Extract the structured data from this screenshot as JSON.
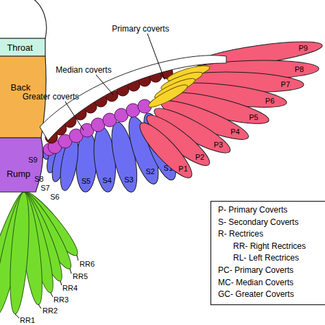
{
  "diagram": {
    "nodes": [
      {
        "text": [
          "Throat"
        ]
      },
      {
        "text": [
          "Back"
        ]
      },
      {
        "text": [
          "Rump"
        ]
      },
      {
        "text": [
          "P1"
        ]
      },
      {
        "text": [
          "P2"
        ]
      },
      {
        "text": [
          "P3"
        ]
      },
      {
        "text": [
          "P4"
        ]
      },
      {
        "text": [
          "P5"
        ]
      },
      {
        "text": [
          "P6"
        ]
      },
      {
        "text": [
          "P7"
        ]
      },
      {
        "text": [
          "P8"
        ]
      },
      {
        "text": [
          "P9"
        ]
      },
      {
        "text": [
          "S1"
        ]
      },
      {
        "text": [
          "S2"
        ]
      },
      {
        "text": [
          "S3"
        ]
      },
      {
        "text": [
          "S4"
        ]
      },
      {
        "text": [
          "S5"
        ]
      }
    ],
    "labels": [
      "Primary coverts",
      "Median coverts",
      "Greater coverts",
      "S6",
      "S7",
      "S8",
      "S9",
      "RR1",
      "RR2",
      "RR3",
      "RR4",
      "RR5",
      "RR6"
    ],
    "legend": [
      {
        "text": "P- Primary Coverts"
      },
      {
        "text": "S- Secondary Coverts"
      },
      {
        "text": "R- Rectrices"
      },
      {
        "text": "RR- Right Rectrices"
      },
      {
        "text": "RL- Left Rectrices"
      },
      {
        "text": "PC- Primary Coverts"
      },
      {
        "text": "MC- Median Coverts"
      },
      {
        "text": "GC- Greater Coverts"
      }
    ]
  }
}
